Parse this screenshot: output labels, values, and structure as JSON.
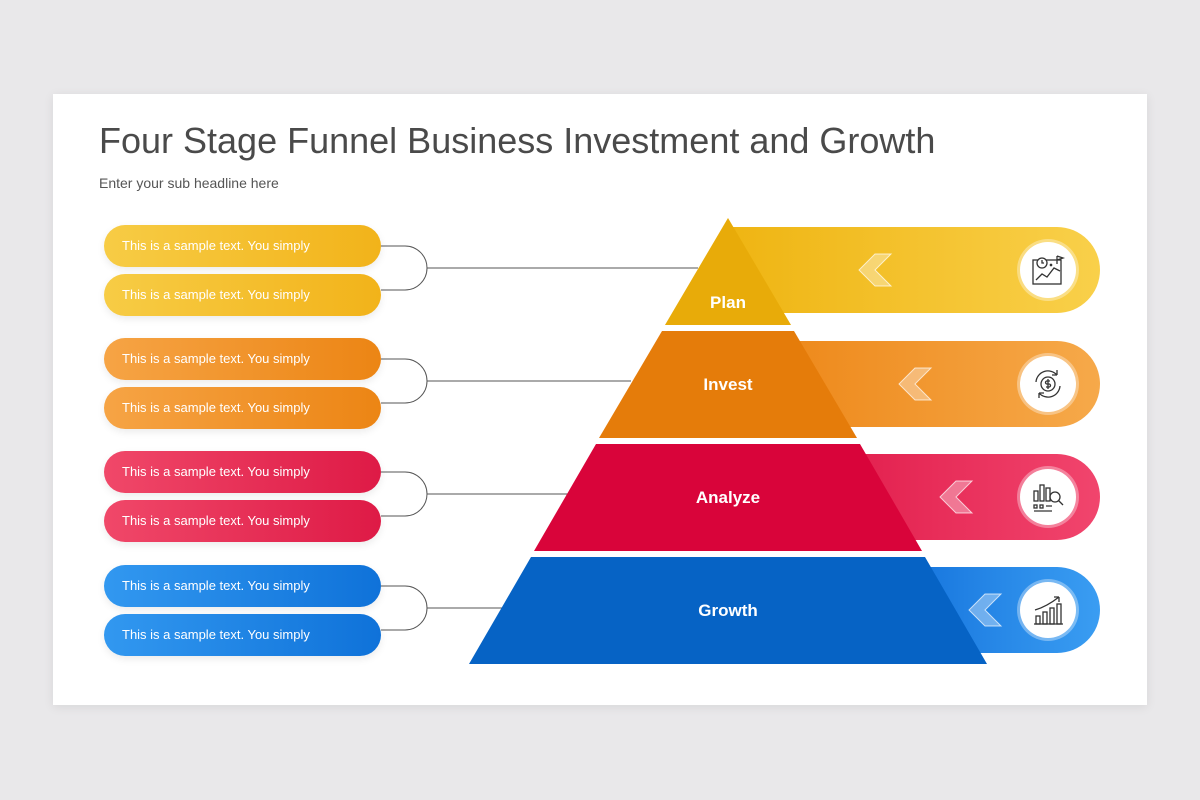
{
  "title": "Four Stage Funnel Business Investment and Growth",
  "subtitle": "Enter your sub headline here",
  "stages": [
    {
      "label": "Plan",
      "color": "#efb10b",
      "icon": "plan-chart-icon",
      "texts": [
        "This is a sample text. You simply",
        "This is a sample text. You simply"
      ]
    },
    {
      "label": "Invest",
      "color": "#e57c0a",
      "icon": "dollar-cycle-icon",
      "texts": [
        "This is a sample text. You simply",
        "This is a sample text. You simply"
      ]
    },
    {
      "label": "Analyze",
      "color": "#d9043a",
      "icon": "analytics-search-icon",
      "texts": [
        "This is a sample text. You simply",
        "This is a sample text. You simply"
      ]
    },
    {
      "label": "Growth",
      "color": "#0663c5",
      "icon": "growth-chart-icon",
      "texts": [
        "This is a sample text. You simply",
        "This is a sample text. You simply"
      ]
    }
  ]
}
